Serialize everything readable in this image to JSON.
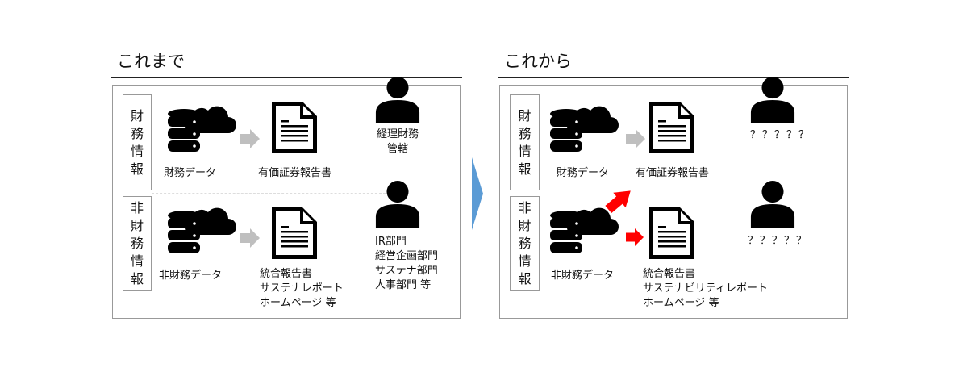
{
  "before": {
    "title": "これまで",
    "financial_label": [
      "財",
      "務",
      "情",
      "報"
    ],
    "nonfinancial_label": [
      "非",
      "財",
      "務",
      "情",
      "報"
    ],
    "financial_data": "財務データ",
    "financial_report": "有価証券報告書",
    "financial_owner": [
      "経理財務",
      "管轄"
    ],
    "nonfinancial_data": "非財務データ",
    "nonfinancial_reports": [
      "統合報告書",
      "サステナレポート",
      "ホームページ 等"
    ],
    "nonfinancial_owners": [
      "IR部門",
      "経営企画部門",
      "サステナ部門",
      "人事部門 等"
    ]
  },
  "after": {
    "title": "これから",
    "financial_label": [
      "財",
      "務",
      "情",
      "報"
    ],
    "nonfinancial_label": [
      "非",
      "財",
      "務",
      "情",
      "報"
    ],
    "financial_data": "財務データ",
    "financial_report": "有価証券報告書",
    "financial_owner": "？？？？？",
    "nonfinancial_data": "非財務データ",
    "nonfinancial_reports": [
      "統合報告書",
      "サステナビリティレポート",
      "ホームページ 等"
    ],
    "nonfinancial_owner": "？？？？？"
  },
  "colors": {
    "gray_arrow": "#bfbfbf",
    "red_arrow": "#ff0000",
    "transition_arrow": "#5b9bd5",
    "border": "#999999"
  },
  "icons": [
    "database-cloud-icon",
    "document-icon",
    "person-icon",
    "arrow-icon"
  ]
}
